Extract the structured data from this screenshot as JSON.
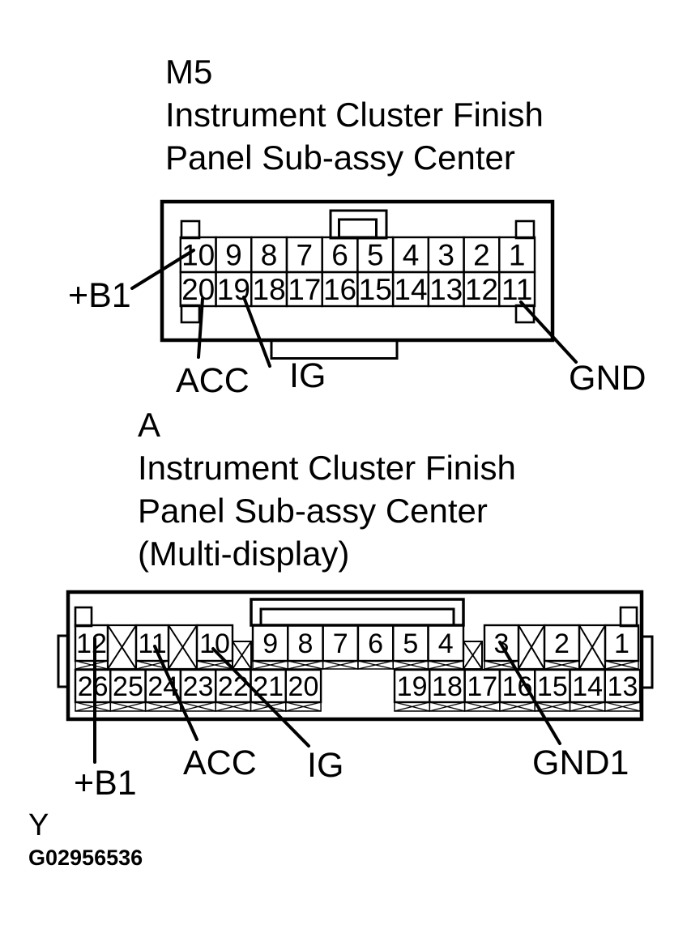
{
  "connectors": {
    "m5": {
      "code": "M5",
      "title_line1": "Instrument Cluster Finish",
      "title_line2": "Panel Sub-assy Center",
      "row1_pins": [
        "10",
        "9",
        "8",
        "7",
        "6",
        "5",
        "4",
        "3",
        "2",
        "1"
      ],
      "row2_pins": [
        "20",
        "19",
        "18",
        "17",
        "16",
        "15",
        "14",
        "13",
        "12",
        "11"
      ],
      "labels": {
        "b1": "+B1",
        "acc": "ACC",
        "ig": "IG",
        "gnd": "GND"
      }
    },
    "a": {
      "code": "A",
      "title_line1": "Instrument Cluster Finish",
      "title_line2": "Panel Sub-assy Center",
      "title_line3": "(Multi-display)",
      "row1_pins": [
        "12",
        "11",
        "10",
        "9",
        "8",
        "7",
        "6",
        "5",
        "4",
        "3",
        "2",
        "1"
      ],
      "row2_pins": [
        "26",
        "25",
        "24",
        "23",
        "22",
        "21",
        "20",
        "19",
        "18",
        "17",
        "16",
        "15",
        "14",
        "13"
      ],
      "labels": {
        "b1": "+B1",
        "acc": "ACC",
        "ig": "IG",
        "gnd": "GND1"
      }
    }
  },
  "footer": {
    "view_code": "Y",
    "figure_code": "G02956536"
  },
  "colors": {
    "line": "#000000",
    "background": "#ffffff"
  }
}
